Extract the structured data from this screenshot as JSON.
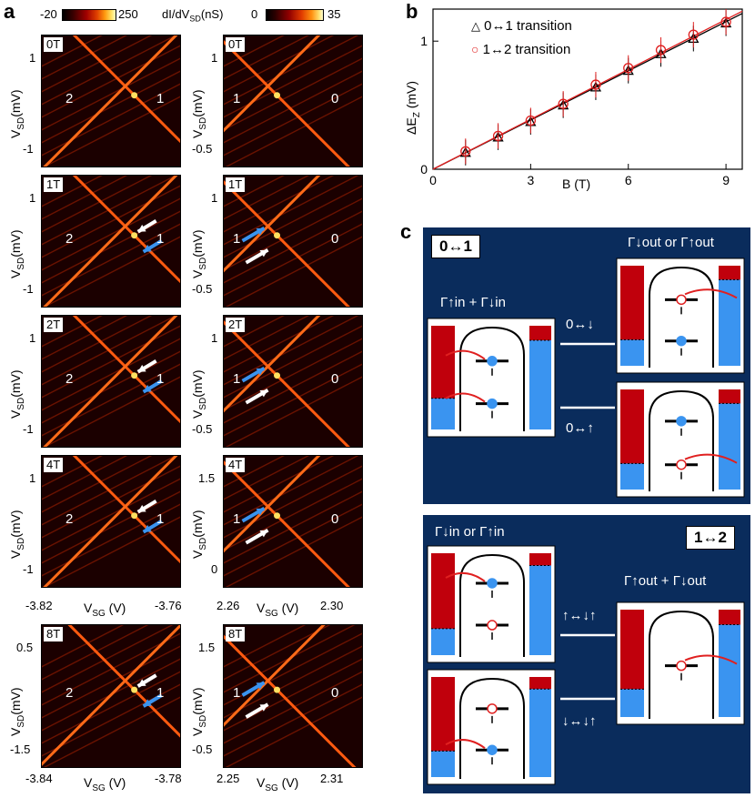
{
  "panel_a": {
    "label": "a",
    "colorbar_left": {
      "min": "-20",
      "max": "250"
    },
    "colorbar_right": {
      "label": "dI/dV",
      "label_sub": "SD",
      "label_unit": "(nS)",
      "min": "0",
      "max": "35"
    },
    "ylabel_main": "V",
    "ylabel_sub": "SD",
    "ylabel_unit": "(mV)",
    "xlabel_main": "V",
    "xlabel_sub": "SG",
    "xlabel_unit": " (V)",
    "rows": [
      {
        "field": "0T",
        "left_ticks": [
          "1",
          "-1"
        ],
        "right_ticks": [
          "1",
          "-0.5"
        ],
        "right_mid": "0"
      },
      {
        "field": "1T",
        "left_ticks": [
          "1",
          "-1"
        ],
        "right_ticks": [
          "1",
          "-0.5"
        ],
        "right_mid": "0"
      },
      {
        "field": "2T",
        "left_ticks": [
          "1",
          "-1"
        ],
        "right_ticks": [
          "1",
          "-0.5"
        ],
        "right_mid": "0"
      },
      {
        "field": "4T",
        "left_ticks": [
          "1",
          "-1"
        ],
        "right_ticks": [
          "1.5",
          "0"
        ],
        "right_mid": "0"
      },
      {
        "field": "8T",
        "left_ticks": [
          "0.5",
          "-1.5"
        ],
        "right_ticks": [
          "1.5",
          "-0.5"
        ],
        "right_mid": "0"
      }
    ],
    "left_region_labels": [
      "2",
      "1"
    ],
    "right_region_labels": [
      "1",
      "0"
    ],
    "x_ticks_upper_left": [
      "-3.82",
      "-3.76"
    ],
    "x_ticks_upper_right": [
      "2.26",
      "2.30"
    ],
    "x_ticks_lower_left": [
      "-3.84",
      "-3.78"
    ],
    "x_ticks_lower_right": [
      "2.25",
      "2.31"
    ]
  },
  "panel_b": {
    "label": "b",
    "legend": [
      "0↔1 transition",
      "1↔2 transition"
    ],
    "ylabel": "ΔE",
    "ylabel_sub": "Z",
    "ylabel_unit": " (mV)",
    "xlabel": "B (T)",
    "x_ticks": [
      "0",
      "3",
      "6",
      "9"
    ],
    "y_ticks": [
      "0",
      "1"
    ]
  },
  "chart_data": {
    "type": "scatter",
    "xlabel": "B (T)",
    "ylabel": "ΔEZ (mV)",
    "xlim": [
      0,
      9.5
    ],
    "ylim": [
      0,
      1.25
    ],
    "series": [
      {
        "name": "0↔1 transition",
        "x": [
          1,
          2,
          3,
          4,
          5,
          6,
          7,
          8,
          9
        ],
        "values": [
          0.13,
          0.25,
          0.37,
          0.5,
          0.64,
          0.77,
          0.9,
          1.02,
          1.14
        ]
      },
      {
        "name": "1↔2 transition",
        "x": [
          1,
          2,
          3,
          4,
          5,
          6,
          7,
          8,
          9
        ],
        "values": [
          0.14,
          0.26,
          0.38,
          0.51,
          0.66,
          0.79,
          0.93,
          1.05,
          1.15
        ]
      }
    ],
    "colors": {
      "series0": "#000000",
      "series1": "#e02020"
    }
  },
  "panel_c": {
    "label": "c",
    "top_title": "0↔1",
    "bottom_title": "1↔2",
    "gamma_in_sum": "Γ↑in + Γ↓in",
    "gamma_out_or": "Γ↓out or Γ↑out",
    "gamma_in_or": "Γ↓in or Γ↑in",
    "gamma_out_sum": "Γ↑out + Γ↓out",
    "trans_down": "0↔↓",
    "trans_up": "0↔↑",
    "trans_ud": "↑↔↓↑",
    "trans_du": "↓↔↓↑",
    "colors": {
      "box": "#0a2c5c",
      "lead_red": "#c0000c",
      "lead_blue": "#3a94f0"
    }
  }
}
